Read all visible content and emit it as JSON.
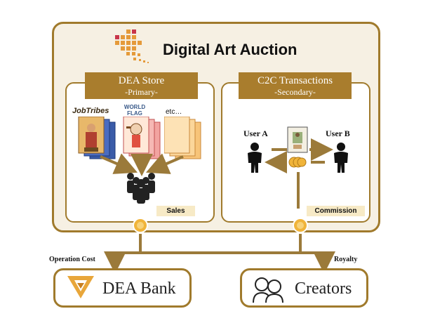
{
  "title": "Digital Art Auction",
  "primary": {
    "heading": "DEA Store",
    "subheading": "-Primary-",
    "game_logos": [
      "JobTribes",
      "WORLD FLAG"
    ],
    "more_label": "etc…",
    "sales_label": "Sales"
  },
  "secondary": {
    "heading": "C2C Transactions",
    "subheading": "-Secondary-",
    "user_a": "User A",
    "user_b": "User B",
    "commission_label": "Commission"
  },
  "flows": {
    "operation_cost_label": "Operation Cost",
    "royalty_label": "Royalty"
  },
  "bank": {
    "label": "DEA Bank"
  },
  "creators": {
    "label": "Creators"
  },
  "colors": {
    "frame": "#a07a2c",
    "banner": "#a97d2d",
    "frame_fill": "#f6f0e3",
    "tag_fill": "#f7eac6",
    "arrow": "#9b7a3a",
    "coin": "#f0b43a"
  }
}
